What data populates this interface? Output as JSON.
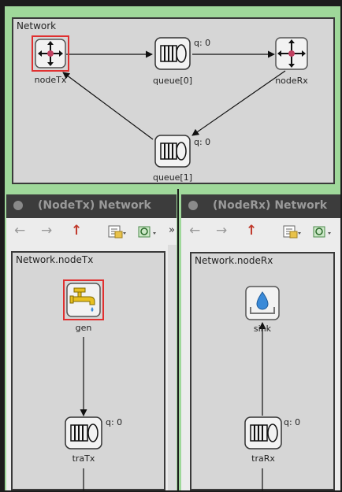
{
  "top": {
    "title": "Network",
    "nodes": {
      "nodeTx": {
        "label": "nodeTx",
        "icon": "router-icon"
      },
      "queue0": {
        "label": "queue[0]",
        "count": "q: 0",
        "icon": "queue-icon"
      },
      "nodeRx": {
        "label": "nodeRx",
        "icon": "router-icon"
      },
      "queue1": {
        "label": "queue[1]",
        "count": "q: 0",
        "icon": "queue-icon"
      }
    }
  },
  "left_panel": {
    "window_title": "(NodeTx) Network",
    "toolbar": {
      "back": "←",
      "forward": "→",
      "up": "↑",
      "overflow": "»"
    },
    "title": "Network.nodeTx",
    "nodes": {
      "gen": {
        "label": "gen",
        "icon": "faucet-icon"
      },
      "traTx": {
        "label": "traTx",
        "count": "q: 0",
        "icon": "queue-icon"
      }
    }
  },
  "right_panel": {
    "window_title": "(NodeRx) Network",
    "toolbar": {
      "back": "←",
      "forward": "→",
      "up": "↑"
    },
    "title": "Network.nodeRx",
    "nodes": {
      "sink": {
        "label": "sink",
        "icon": "sink-icon"
      },
      "traRx": {
        "label": "traRx",
        "count": "q: 0",
        "icon": "queue-icon"
      }
    }
  },
  "colors": {
    "frame_green": "#9fd89a",
    "canvas": "#d6d6d6",
    "selection": "#e03030"
  }
}
